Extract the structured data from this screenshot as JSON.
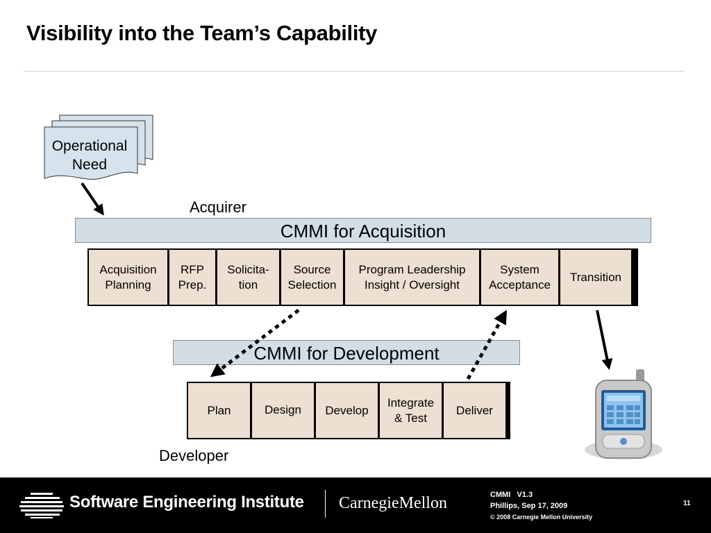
{
  "title": "Visibility into the Team’s Capability",
  "operational_need": "Operational Need",
  "acquirer_label": "Acquirer",
  "developer_label": "Developer",
  "acq_band": "CMMI for Acquisition",
  "dev_band": "CMMI for Development",
  "acq_steps": [
    {
      "line1": "Acquisition",
      "line2": "Planning"
    },
    {
      "line1": "RFP",
      "line2": "Prep."
    },
    {
      "line1": "Solicita-",
      "line2": "tion"
    },
    {
      "line1": "Source",
      "line2": "Selection"
    },
    {
      "line1": "Program Leadership",
      "line2": "Insight / Oversight"
    },
    {
      "line1": "System",
      "line2": "Acceptance"
    },
    {
      "line1": "Transition",
      "line2": ""
    }
  ],
  "dev_steps": [
    {
      "line1": "Plan",
      "line2": ""
    },
    {
      "line1": "Design",
      "line2": ""
    },
    {
      "line1": "Develop",
      "line2": ""
    },
    {
      "line1": "Integrate",
      "line2": "& Test"
    },
    {
      "line1": "Deliver",
      "line2": ""
    }
  ],
  "footer": {
    "org": "Software Engineering Institute",
    "university": "CarnegieMellon",
    "model": "CMMI   V1.3",
    "author_date": "Phillips, Sep 17, 2009",
    "copyright": "© 2008 Carnegie Mellon University",
    "page": "11"
  },
  "colors": {
    "band_fill": "#d2dde5",
    "cell_fill": "#eddfd1",
    "document_fill": "#d6e3ec",
    "footer_bg": "#000000"
  },
  "icons": [
    "document-stack-icon",
    "mobile-phone-icon",
    "sei-logo-icon"
  ]
}
